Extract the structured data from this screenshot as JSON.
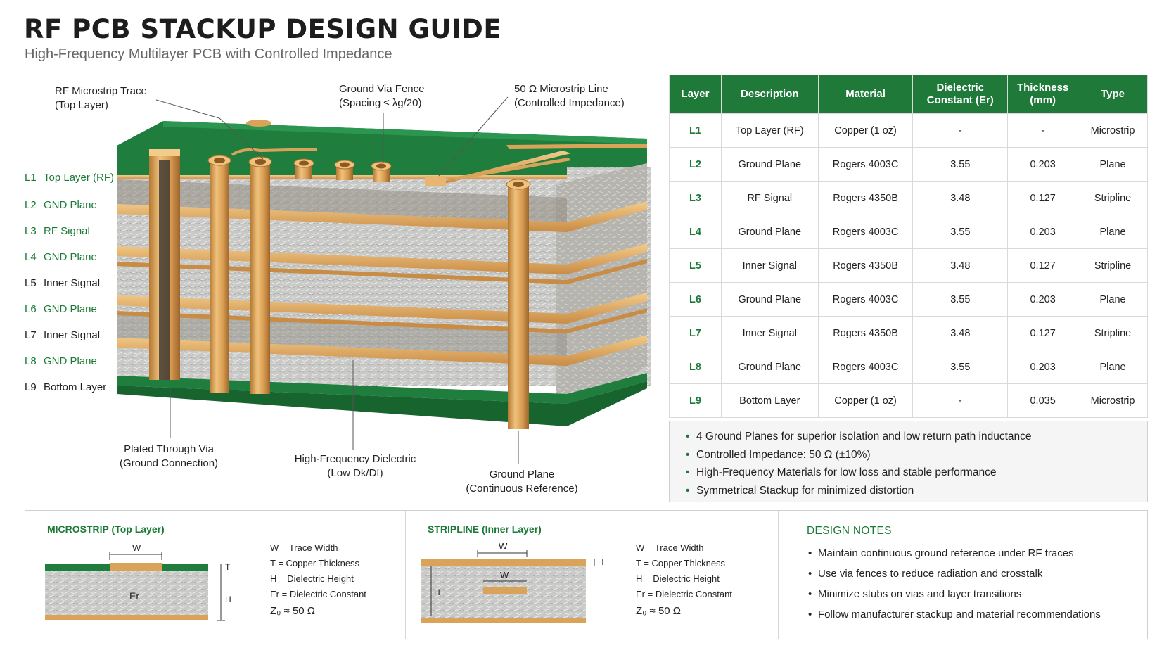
{
  "header": {
    "title": "RF PCB STACKUP DESIGN GUIDE",
    "subtitle": "High-Frequency Multilayer PCB with Controlled Impedance"
  },
  "legend": [
    {
      "id": "L1",
      "label": "Top Layer (RF)",
      "color": "green"
    },
    {
      "id": "L2",
      "label": "GND Plane",
      "color": "green"
    },
    {
      "id": "L3",
      "label": "RF Signal",
      "color": "green"
    },
    {
      "id": "L4",
      "label": "GND Plane",
      "color": "green"
    },
    {
      "id": "L5",
      "label": "Inner Signal",
      "color": "dark"
    },
    {
      "id": "L6",
      "label": "GND Plane",
      "color": "green"
    },
    {
      "id": "L7",
      "label": "Inner Signal",
      "color": "dark"
    },
    {
      "id": "L8",
      "label": "GND Plane",
      "color": "green"
    },
    {
      "id": "L9",
      "label": "Bottom Layer",
      "color": "dark"
    }
  ],
  "callouts": {
    "rf_trace": [
      "RF Microstrip Trace",
      "(Top Layer)"
    ],
    "via_fence": [
      "Ground Via Fence",
      "(Spacing ≤ λg/20)"
    ],
    "microstrip_line": [
      "50 Ω Microstrip Line",
      "(Controlled Impedance)"
    ],
    "plated_via": [
      "Plated Through Via",
      "(Ground Connection)"
    ],
    "dielectric": [
      "High-Frequency Dielectric",
      "(Low Dk/Df)"
    ],
    "ground_plane": [
      "Ground Plane",
      "(Continuous Reference)"
    ]
  },
  "table": {
    "headers": [
      "Layer",
      "Description",
      "Material",
      "Dielectric\nConstant (Er)",
      "Thickness\n(mm)",
      "Type"
    ],
    "rows": [
      [
        "L1",
        "Top Layer (RF)",
        "Copper (1 oz)",
        "-",
        "-",
        "Microstrip"
      ],
      [
        "L2",
        "Ground Plane",
        "Rogers 4003C",
        "3.55",
        "0.203",
        "Plane"
      ],
      [
        "L3",
        "RF Signal",
        "Rogers 4350B",
        "3.48",
        "0.127",
        "Stripline"
      ],
      [
        "L4",
        "Ground Plane",
        "Rogers 4003C",
        "3.55",
        "0.203",
        "Plane"
      ],
      [
        "L5",
        "Inner Signal",
        "Rogers 4350B",
        "3.48",
        "0.127",
        "Stripline"
      ],
      [
        "L6",
        "Ground Plane",
        "Rogers 4003C",
        "3.55",
        "0.203",
        "Plane"
      ],
      [
        "L7",
        "Inner Signal",
        "Rogers 4350B",
        "3.48",
        "0.127",
        "Stripline"
      ],
      [
        "L8",
        "Ground Plane",
        "Rogers 4003C",
        "3.55",
        "0.203",
        "Plane"
      ],
      [
        "L9",
        "Bottom Layer",
        "Copper (1 oz)",
        "-",
        "0.035",
        "Microstrip"
      ]
    ]
  },
  "features": [
    "4 Ground Planes for superior isolation and low return path inductance",
    "Controlled Impedance: 50 Ω (±10%)",
    "High-Frequency Materials for low loss and stable performance",
    "Symmetrical Stackup for minimized distortion"
  ],
  "microstrip": {
    "title": "MICROSTRIP (Top Layer)",
    "w_label": "W",
    "t_label": "T",
    "h_label": "H",
    "er_label": "Er",
    "defs": [
      "W = Trace Width",
      "T  = Copper Thickness",
      "H  = Dielectric Height",
      "Er = Dielectric Constant"
    ],
    "z_label": "Z₀  ≈ 50 Ω"
  },
  "stripline": {
    "title": "STRIPLINE (Inner Layer)",
    "w_label": "W",
    "t_label": "T",
    "h_label": "H",
    "defs": [
      "W = Trace Width",
      "T  = Copper Thickness",
      "H  = Dielectric Height",
      "Er = Dielectric Constant"
    ],
    "z_label": "Z₀  ≈ 50 Ω"
  },
  "design_notes": {
    "title": "DESIGN NOTES",
    "items": [
      "Maintain continuous ground reference under RF traces",
      "Use via fences to reduce radiation and crosstalk",
      "Minimize stubs on vias and layer transitions",
      "Follow manufacturer stackup and material recommendations"
    ]
  },
  "colors": {
    "brand_green": "#1f7a3a",
    "copper": "#d9a45a",
    "dielectric": "#b9b9b9",
    "board_green": "#1e7a3c"
  }
}
